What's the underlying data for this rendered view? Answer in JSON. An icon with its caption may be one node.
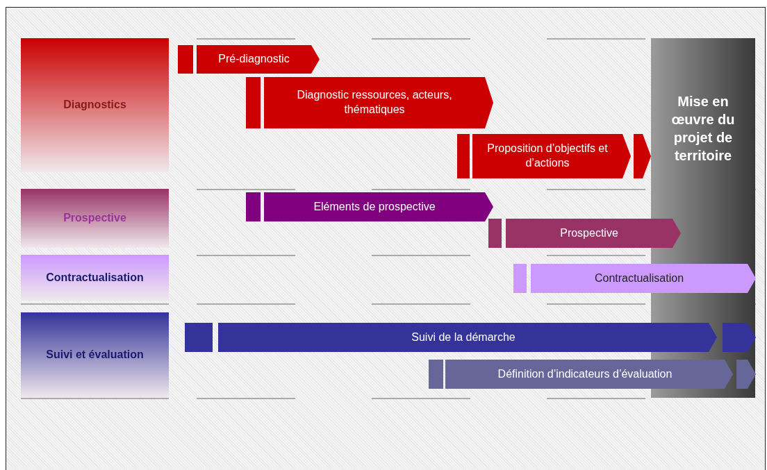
{
  "diagram": {
    "nodes": [
      {
        "text": [
          "Diagnostics"
        ]
      },
      {
        "text": [
          "Pré-diagnostic"
        ]
      },
      {
        "text": [
          "Diagnostic ressources, acteurs, thématiques"
        ]
      },
      {
        "text": [
          "Proposition d’objectifs et d’actions"
        ]
      },
      {
        "text": [
          "Mise en œuvre du projet de territoire"
        ]
      },
      {
        "text": [
          "Prospective"
        ]
      },
      {
        "text": [
          "Eléments de prospective"
        ]
      },
      {
        "text": [
          "Prospective"
        ]
      },
      {
        "text": [
          "Contractualisation"
        ]
      },
      {
        "text": [
          "Contractualisation"
        ]
      },
      {
        "text": [
          "Suivi et évaluation"
        ]
      },
      {
        "text": [
          "Suivi de la démarche"
        ]
      },
      {
        "text": [
          "Définition d’indicateurs d’évaluation"
        ]
      }
    ]
  }
}
